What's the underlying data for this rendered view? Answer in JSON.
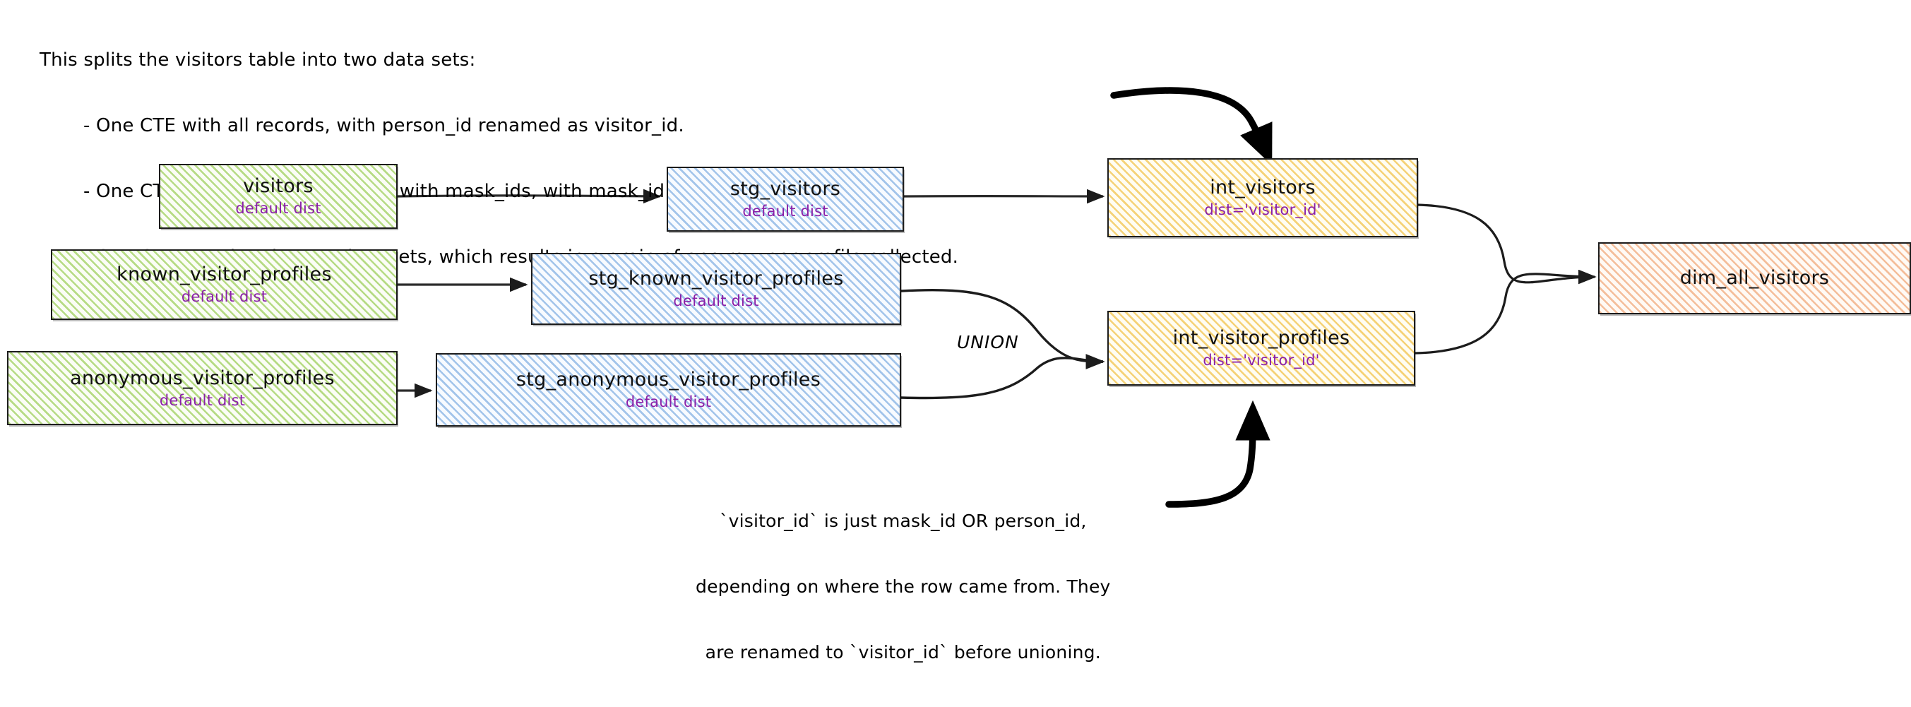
{
  "diagram": {
    "type": "dag-lineage",
    "title_note": {
      "lines": [
        "This splits the visitors table into two data sets:",
        "- One CTE with all records, with person_id renamed as visitor_id.",
        "- One CTE filtered to only records with mask_ids, with mask_id renamed as visitor_id",
        "- One CTE to union the two data sets, which results in a grain of one row per profile collected."
      ]
    },
    "bottom_note": {
      "lines": [
        "`visitor_id` is just mask_id OR person_id,",
        "depending on where the row came from. They",
        "are renamed to `visitor_id` before unioning."
      ]
    },
    "edge_labels": {
      "union": "UNION"
    },
    "palette": {
      "source_green": "#8cc63f",
      "staging_blue": "#5c96d8",
      "intermediate_yellow": "#f0be3c",
      "mart_salmon": "#ed965f",
      "subtitle_purple": "#8a1fa8",
      "stroke_black": "#1c1c1c"
    },
    "nodes": [
      {
        "id": "visitors",
        "title": "visitors",
        "sub": "default dist",
        "layer": "source",
        "color": "green"
      },
      {
        "id": "known_visitor_profiles",
        "title": "known_visitor_profiles",
        "sub": "default dist",
        "layer": "source",
        "color": "green"
      },
      {
        "id": "anonymous_visitor_profiles",
        "title": "anonymous_visitor_profiles",
        "sub": "default dist",
        "layer": "source",
        "color": "green"
      },
      {
        "id": "stg_visitors",
        "title": "stg_visitors",
        "sub": "default dist",
        "layer": "staging",
        "color": "blue"
      },
      {
        "id": "stg_known_visitor_profiles",
        "title": "stg_known_visitor_profiles",
        "sub": "default dist",
        "layer": "staging",
        "color": "blue"
      },
      {
        "id": "stg_anonymous_visitor_profiles",
        "title": "stg_anonymous_visitor_profiles",
        "sub": "default dist",
        "layer": "staging",
        "color": "blue"
      },
      {
        "id": "int_visitors",
        "title": "int_visitors",
        "sub": "dist='visitor_id'",
        "layer": "intermediate",
        "color": "yellow"
      },
      {
        "id": "int_visitor_profiles",
        "title": "int_visitor_profiles",
        "sub": "dist='visitor_id'",
        "layer": "intermediate",
        "color": "yellow"
      },
      {
        "id": "dim_all_visitors",
        "title": "dim_all_visitors",
        "sub": "",
        "layer": "mart",
        "color": "salmon"
      }
    ],
    "edges": [
      {
        "from": "visitors",
        "to": "stg_visitors"
      },
      {
        "from": "known_visitor_profiles",
        "to": "stg_known_visitor_profiles"
      },
      {
        "from": "anonymous_visitor_profiles",
        "to": "stg_anonymous_visitor_profiles"
      },
      {
        "from": "stg_visitors",
        "to": "int_visitors"
      },
      {
        "from": "stg_known_visitor_profiles",
        "to": "int_visitor_profiles",
        "label": "UNION"
      },
      {
        "from": "stg_anonymous_visitor_profiles",
        "to": "int_visitor_profiles",
        "label": "UNION"
      },
      {
        "from": "int_visitors",
        "to": "dim_all_visitors"
      },
      {
        "from": "int_visitor_profiles",
        "to": "dim_all_visitors"
      },
      {
        "from": "title_note",
        "to": "int_visitors",
        "kind": "annotation"
      },
      {
        "from": "bottom_note",
        "to": "int_visitor_profiles",
        "kind": "annotation"
      }
    ]
  }
}
